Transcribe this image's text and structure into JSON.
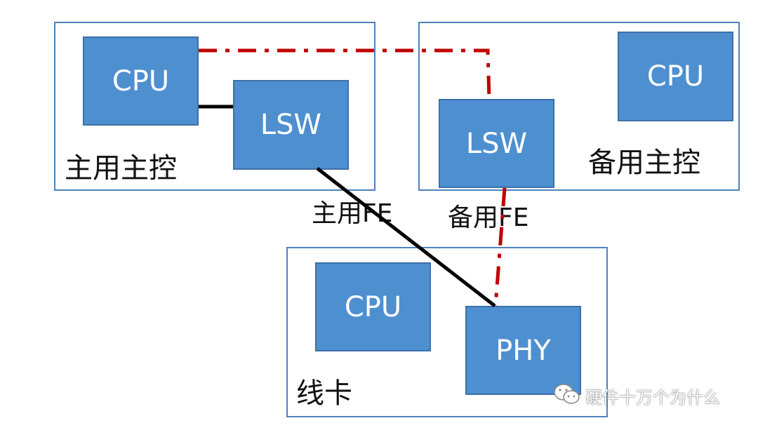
{
  "colors": {
    "panel_border": "#4f81bd",
    "chip_fill": "#4e8fd0",
    "chip_border": "#3d70a8",
    "primary_link": "#000000",
    "standby_link": "#c00000"
  },
  "primary_board": {
    "label": "主用主控",
    "cpu": "CPU",
    "lsw": "LSW"
  },
  "standby_board": {
    "label": "备用主控",
    "cpu": "CPU",
    "lsw": "LSW"
  },
  "line_card": {
    "label": "线卡",
    "cpu": "CPU",
    "phy": "PHY"
  },
  "links": {
    "primary_fe": "主用FE",
    "standby_fe": "备用FE"
  },
  "watermark": {
    "text": "硬件十万个为什么",
    "icon": "wechat-icon"
  }
}
